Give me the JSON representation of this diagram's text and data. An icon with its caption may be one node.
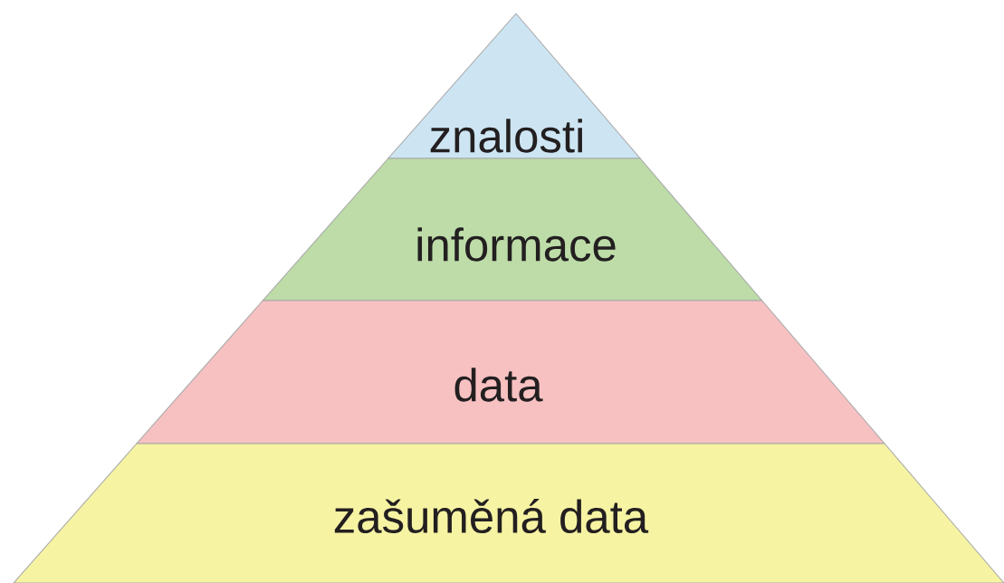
{
  "diagram": {
    "nodes": [
      {
        "text": [
          "znalosti"
        ]
      },
      {
        "text": [
          "informace"
        ]
      },
      {
        "text": [
          "data"
        ]
      },
      {
        "text": [
          "zašuměná data"
        ]
      }
    ]
  }
}
